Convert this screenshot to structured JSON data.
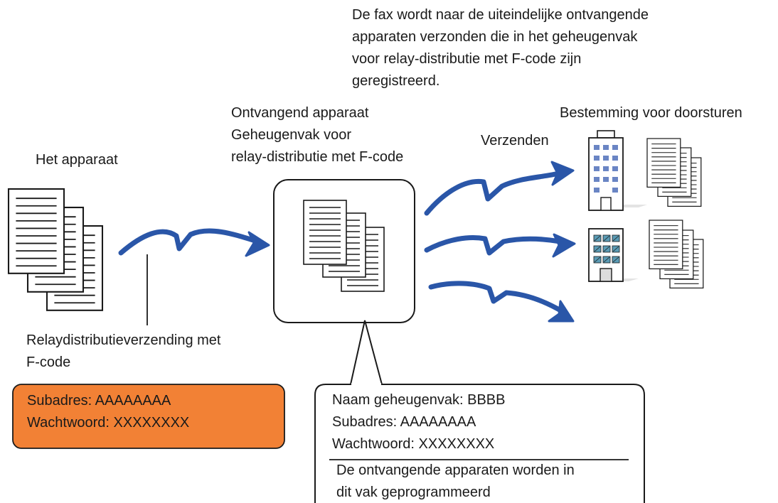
{
  "texts": {
    "top_note": [
      "De fax wordt naar de uiteindelijke ontvangende",
      "apparaten verzonden die in het geheugenvak",
      "voor relay-distributie met F-code zijn",
      "geregistreerd."
    ],
    "receiving_device": [
      "Ontvangend apparaat",
      "Geheugenvak voor",
      "relay-distributie met F-code"
    ],
    "destination": "Bestemming voor doorsturen",
    "send": "Verzenden",
    "this_device": "Het apparaat",
    "relay_sending": [
      "Relaydistributieverzending met",
      "F-code"
    ]
  },
  "orange_box": {
    "subaddress": "Subadres: AAAAAAAA",
    "password": "Wachtwoord: XXXXXXXX"
  },
  "callout": {
    "box_name": "Naam geheugenvak: BBBB",
    "subaddress": "Subadres: AAAAAAAA",
    "password": "Wachtwoord: XXXXXXXX",
    "note": [
      "De ontvangende apparaten worden in",
      "dit vak geprogrammeerd"
    ]
  },
  "colors": {
    "arrow": "#2a56a8",
    "orange_box": "#f28135",
    "building_window_blue": "#6a85c4",
    "building_window_teal": "#5a9bb5"
  }
}
